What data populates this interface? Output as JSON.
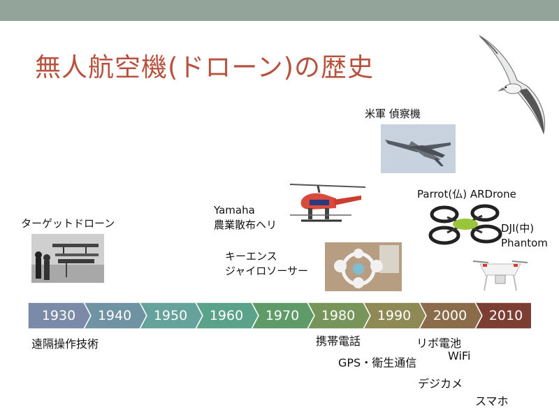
{
  "slide": {
    "title": "無人航空機(ドローン)の歴史"
  },
  "callouts": {
    "target_drone": "ターゲットドローン",
    "yamaha_1": "Yamaha",
    "yamaha_2": "農業散布ヘリ",
    "keyence_1": "キーエンス",
    "keyence_2": "ジャイロソーサー",
    "military": "米軍 偵察機",
    "parrot": "Parrot(仏) ARDrone",
    "dji_1": "DJI(中)",
    "dji_2": "Phantom"
  },
  "timeline": {
    "decades": [
      "1930",
      "1940",
      "1950",
      "1960",
      "1970",
      "1980",
      "1990",
      "2000",
      "2010"
    ],
    "colors": [
      "#7b8aa6",
      "#6f93a3",
      "#64a29b",
      "#5aa38a",
      "#5e9b68",
      "#77955a",
      "#8f8955",
      "#8a6c4a",
      "#7c3d32"
    ]
  },
  "events": {
    "remote_control": "遠隔操作技術",
    "mobile_phone": "携帯電話",
    "gps_satellite": "GPS・衛生通信",
    "lithium_battery": "リボ電池",
    "wifi": "WiFi",
    "digital_camera": "デジカメ",
    "smartphone": "スマホ"
  }
}
